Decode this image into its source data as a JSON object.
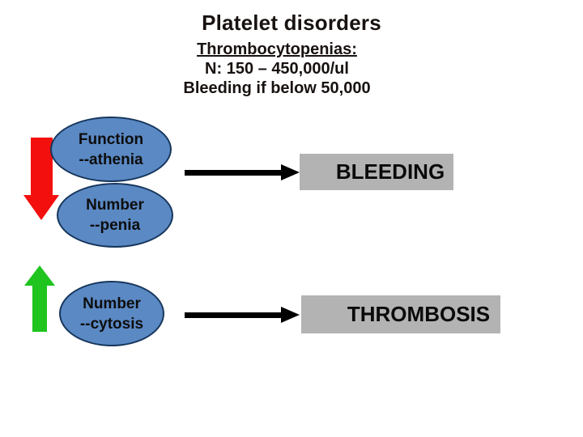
{
  "slide": {
    "title": "Platelet disorders",
    "subtitle_lines": [
      "Thrombocytopenias:",
      "N: 150 – 450,000/ul",
      "Bleeding if below 50,000"
    ]
  },
  "diagram": {
    "ellipses": [
      {
        "id": "function-decrease",
        "lines": [
          "Function",
          "--athenia"
        ]
      },
      {
        "id": "number-decrease",
        "lines": [
          "Number",
          "--penia"
        ]
      },
      {
        "id": "number-increase",
        "lines": [
          "Number",
          "--cytosis"
        ]
      }
    ],
    "outcomes": [
      {
        "label": "BLEEDING"
      },
      {
        "label": "THROMBOSIS"
      }
    ],
    "icons": [
      "red-down-arrow-icon",
      "green-up-arrow-icon",
      "black-right-arrow-icon"
    ]
  },
  "colors": {
    "background": "#ffffff",
    "text": "#181210",
    "ellipse_fill": "#5b89c4",
    "ellipse_border": "#16365c",
    "box_fill": "#b3b3b3",
    "arrow_red": "#f40f0f",
    "arrow_green": "#1fc41f",
    "arrow_black": "#000000"
  }
}
